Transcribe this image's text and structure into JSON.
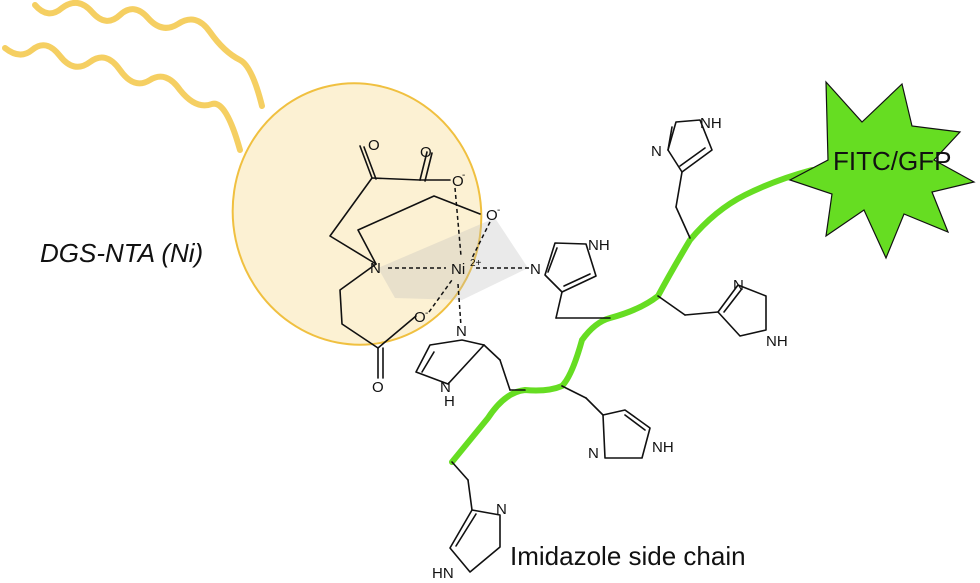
{
  "labels": {
    "lipid": "DGS-NTA (Ni)",
    "fluor": "FITC/GFP",
    "side_chain": "Imidazole side chain"
  },
  "atoms": {
    "n": "N",
    "ni": "Ni",
    "ni_charge": "2+",
    "o": "O",
    "o_minus": "O",
    "minus": "-",
    "nh": "NH",
    "hn": "HN"
  },
  "colors": {
    "lipid_tails": "#f5cf62",
    "lipid_head_fill": "#fbeecb",
    "lipid_head_stroke": "#f0c040",
    "peptide": "#66dd22",
    "fluorophore": "#66dd22"
  }
}
